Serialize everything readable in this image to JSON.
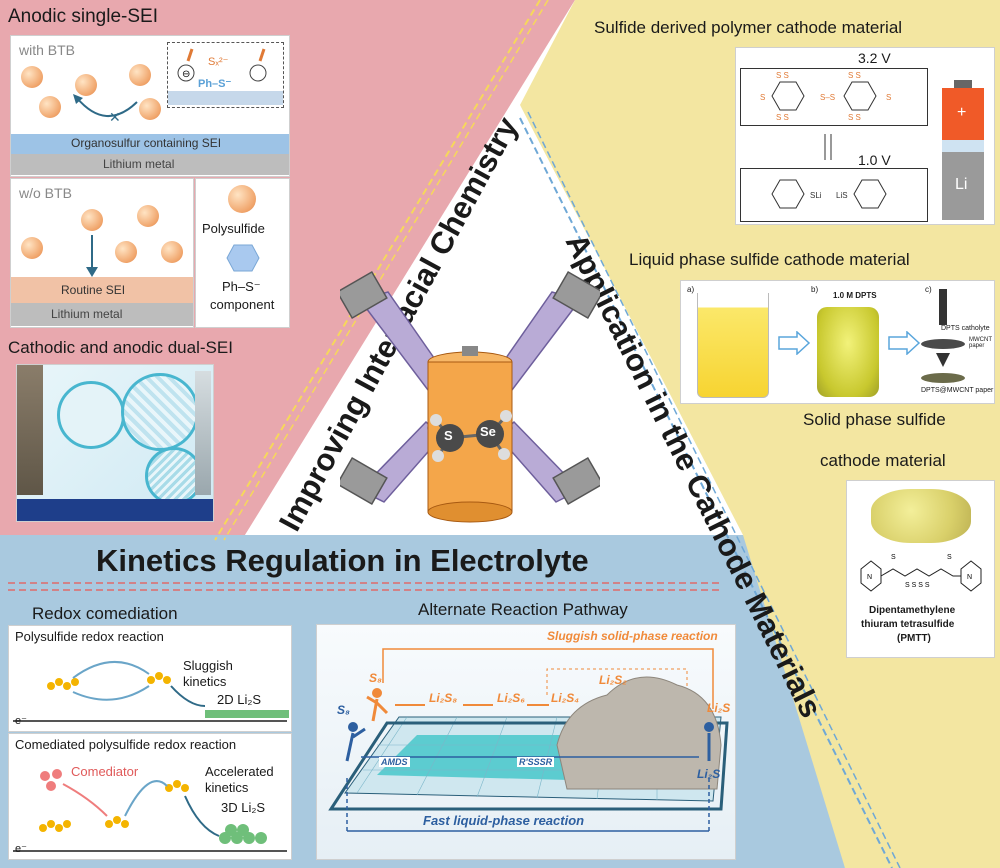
{
  "colors": {
    "pink_bg": "#e8a8ae",
    "yellow_bg": "#f3e6a1",
    "blue_bg": "#a9c9df",
    "orange_cell": "#f4a64a",
    "purple_arm": "#b9abd6",
    "accent_orange": "#f08a3a",
    "sei_blue": "#9dc3e6",
    "lithium_gray": "#bdbdbd",
    "routine_sei": "#f1c2a6"
  },
  "sections": {
    "interfacial": "Improving Interfacial Chemistry",
    "cathode": "Application in the Cathode Materials",
    "kinetics": "Kinetics Regulation in Electrolyte"
  },
  "anodic": {
    "title": "Anodic single-SEI",
    "with_btb": "with BTB",
    "sx": "Sₓ²⁻",
    "ph_s": "Ph–S⁻",
    "organosulfur": "Organosulfur containing SEI",
    "lithium1": "Lithium metal",
    "wo_btb": "w/o BTB",
    "routine": "Routine SEI",
    "lithium2": "Lithium metal",
    "polysulfide": "Polysulfide",
    "ph_component_1": "Ph–S⁻",
    "ph_component_2": "component"
  },
  "dual": {
    "title": "Cathodic and anodic dual-SEI"
  },
  "polymer": {
    "title": "Sulfide derived polymer cathode material",
    "v_high": "3.2 V",
    "v_low": "1.0 V",
    "plus": "+",
    "li": "Li"
  },
  "liquid": {
    "title": "Liquid phase sulfide cathode material",
    "a": "a)",
    "b": "b)",
    "c": "c)",
    "dpts": "1.0 M DPTS",
    "catholyte": "DPTS catholyte",
    "mwcnt": "MWCNT paper",
    "mwcnt2": "DPTS@MWCNT paper"
  },
  "solid": {
    "title1": "Solid phase sulfide",
    "title2": "cathode material",
    "compound1": "Dipentamethylene",
    "compound2": "thiuram tetrasulfide",
    "compound3": "(PMTT)"
  },
  "center": {
    "s": "S",
    "se": "Se"
  },
  "redox": {
    "title": "Redox comediation",
    "p1_title": "Polysulfide redox reaction",
    "sluggish1": "Sluggish",
    "sluggish2": "kinetics",
    "li2s_2d": "2D Li₂S",
    "e1": "e⁻",
    "p2_title": "Comediated polysulfide redox reaction",
    "comediator": "Comediator",
    "accel1": "Accelerated",
    "accel2": "kinetics",
    "li2s_3d": "3D Li₂S",
    "e2": "e⁻"
  },
  "pathway": {
    "title": "Alternate Reaction Pathway",
    "sluggish": "Sluggish solid-phase reaction",
    "s8_a": "S₈",
    "s8_b": "S₈",
    "li2s8": "Li₂S₈",
    "li2s6": "Li₂S₆",
    "li2s4": "Li₂S₄",
    "li2s2": "Li₂S₂",
    "li2s_a": "Li₂S",
    "li2s_b": "Li₂S",
    "amds": "AMDS",
    "rsssr": "R'SSSR",
    "fast": "Fast liquid-phase reaction"
  }
}
